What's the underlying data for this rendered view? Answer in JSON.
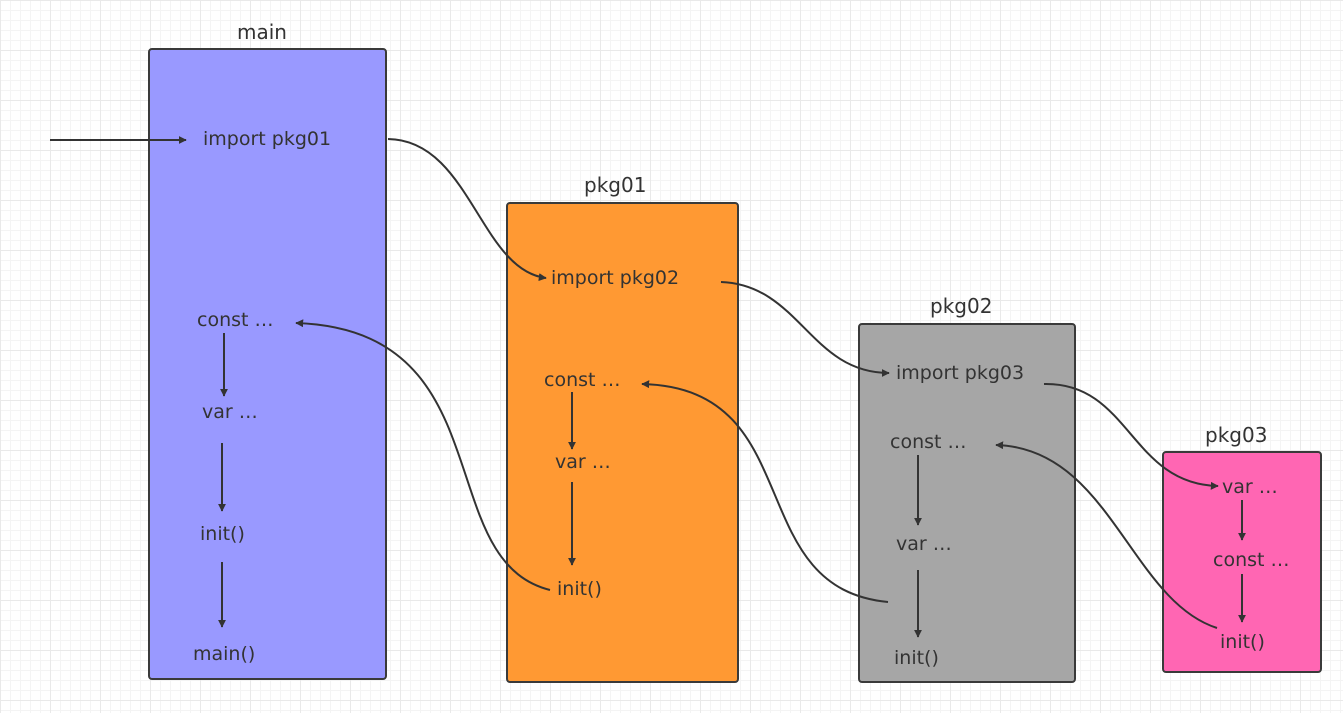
{
  "diagram": {
    "colors": {
      "main": "#9999ff",
      "pkg01": "#ff9933",
      "pkg02": "#a6a6a6",
      "pkg03": "#ff66b3",
      "stroke": "#333333"
    },
    "main": {
      "title": "main",
      "import": "import pkg01",
      "const": "const …",
      "var": "var …",
      "init": "init()",
      "main_fn": "main()"
    },
    "pkg01": {
      "title": "pkg01",
      "import": "import pkg02",
      "const": "const …",
      "var": "var …",
      "init": "init()"
    },
    "pkg02": {
      "title": "pkg02",
      "import": "import pkg03",
      "const": "const …",
      "var": "var …",
      "init": "init()"
    },
    "pkg03": {
      "title": "pkg03",
      "var": "var …",
      "const": "const …",
      "init": "init()"
    }
  }
}
